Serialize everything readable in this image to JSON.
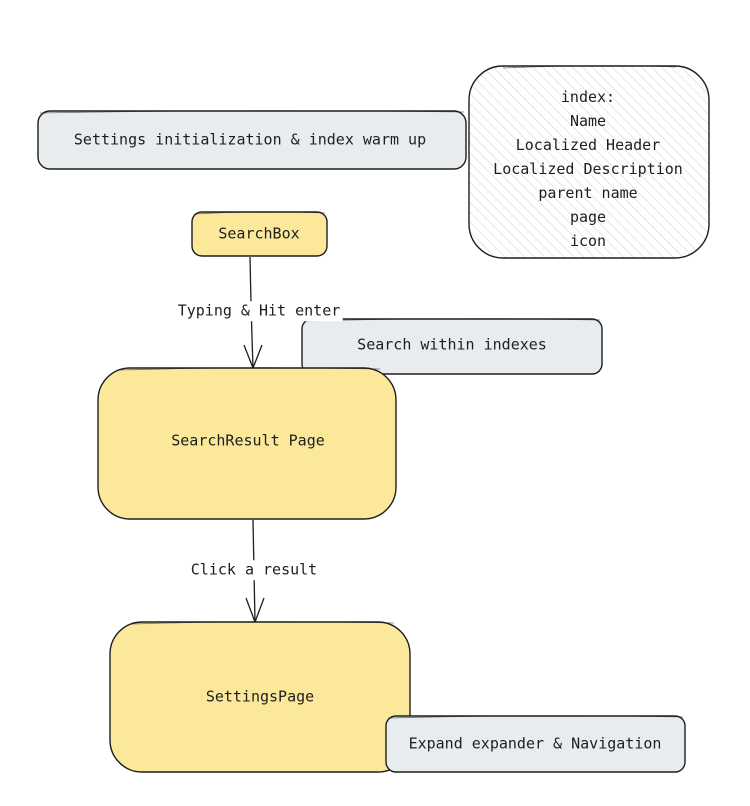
{
  "colors": {
    "stroke": "#1e1e1e",
    "yellow_fill": "#fce89a",
    "gray_fill": "#e9ecef",
    "hatch": "#c9c9c9",
    "background": "#ffffff"
  },
  "nodes": {
    "init_note": "Settings initialization & index warm up",
    "search_box": "SearchBox",
    "search_note": "Search within indexes",
    "search_result_page": "SearchResult Page",
    "settings_page": "SettingsPage",
    "expand_note": "Expand expander & Navigation"
  },
  "index_box": {
    "lines": [
      "index:",
      "Name",
      "Localized Header",
      "Localized Description",
      "parent name",
      "page",
      "icon"
    ]
  },
  "edges": {
    "typing": "Typing & Hit enter",
    "click": "Click a result"
  }
}
